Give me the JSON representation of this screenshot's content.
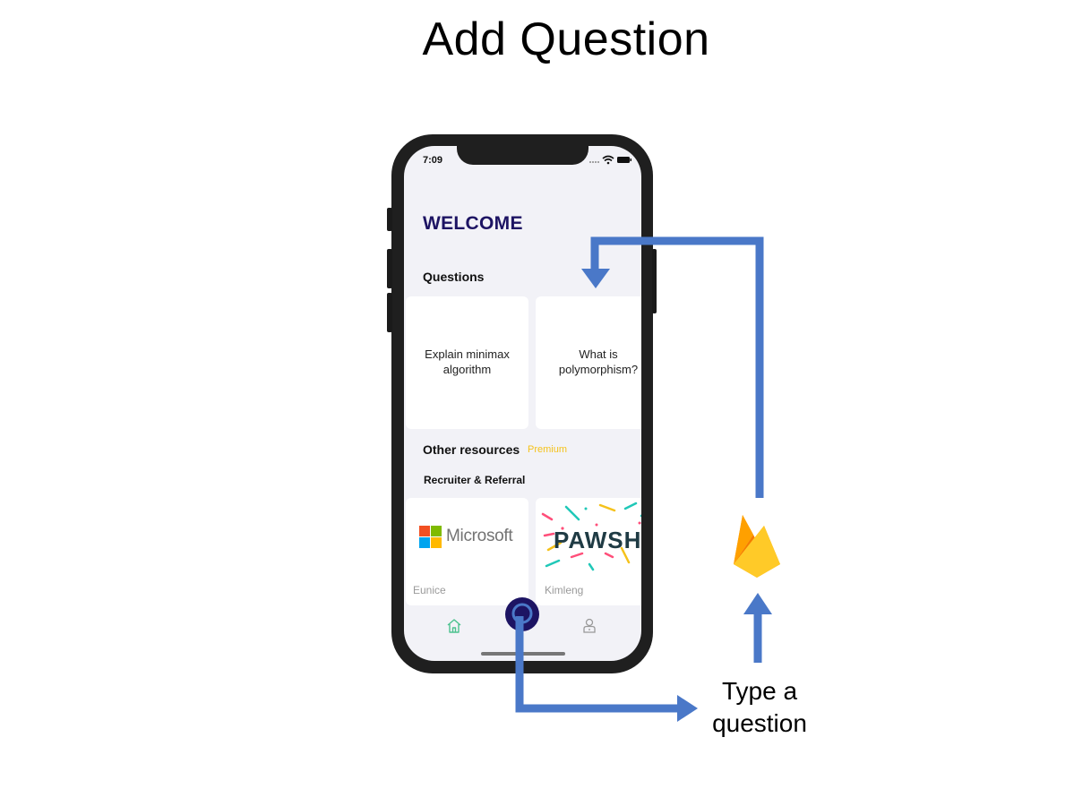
{
  "slide": {
    "title": "Add Question"
  },
  "phone": {
    "status_time": "7:09",
    "welcome": "WELCOME",
    "questions_heading": "Questions",
    "questions": [
      {
        "line1": "Explain minimax",
        "line2": "algorithm"
      },
      {
        "line1": "What is",
        "line2": "polymorphism?"
      }
    ],
    "other_resources_heading": "Other resources",
    "premium_label": "Premium",
    "recruiter_heading": "Recruiter & Referral",
    "recruiters": [
      {
        "company": "Microsoft",
        "name": "Eunice"
      },
      {
        "company": "PAWSH",
        "name": "Kimleng"
      }
    ],
    "tabs": [
      "home-icon",
      "add-button",
      "profile-icon"
    ],
    "colors": {
      "welcome": "#1d1463",
      "premium": "#f5c21b",
      "home_tab": "#4cc28f",
      "add_button": "#1d1463"
    }
  },
  "diagram": {
    "action_label_line1": "Type a",
    "action_label_line2": "question",
    "backend_icon": "firebase-icon",
    "arrow_color": "#4a78c8"
  }
}
